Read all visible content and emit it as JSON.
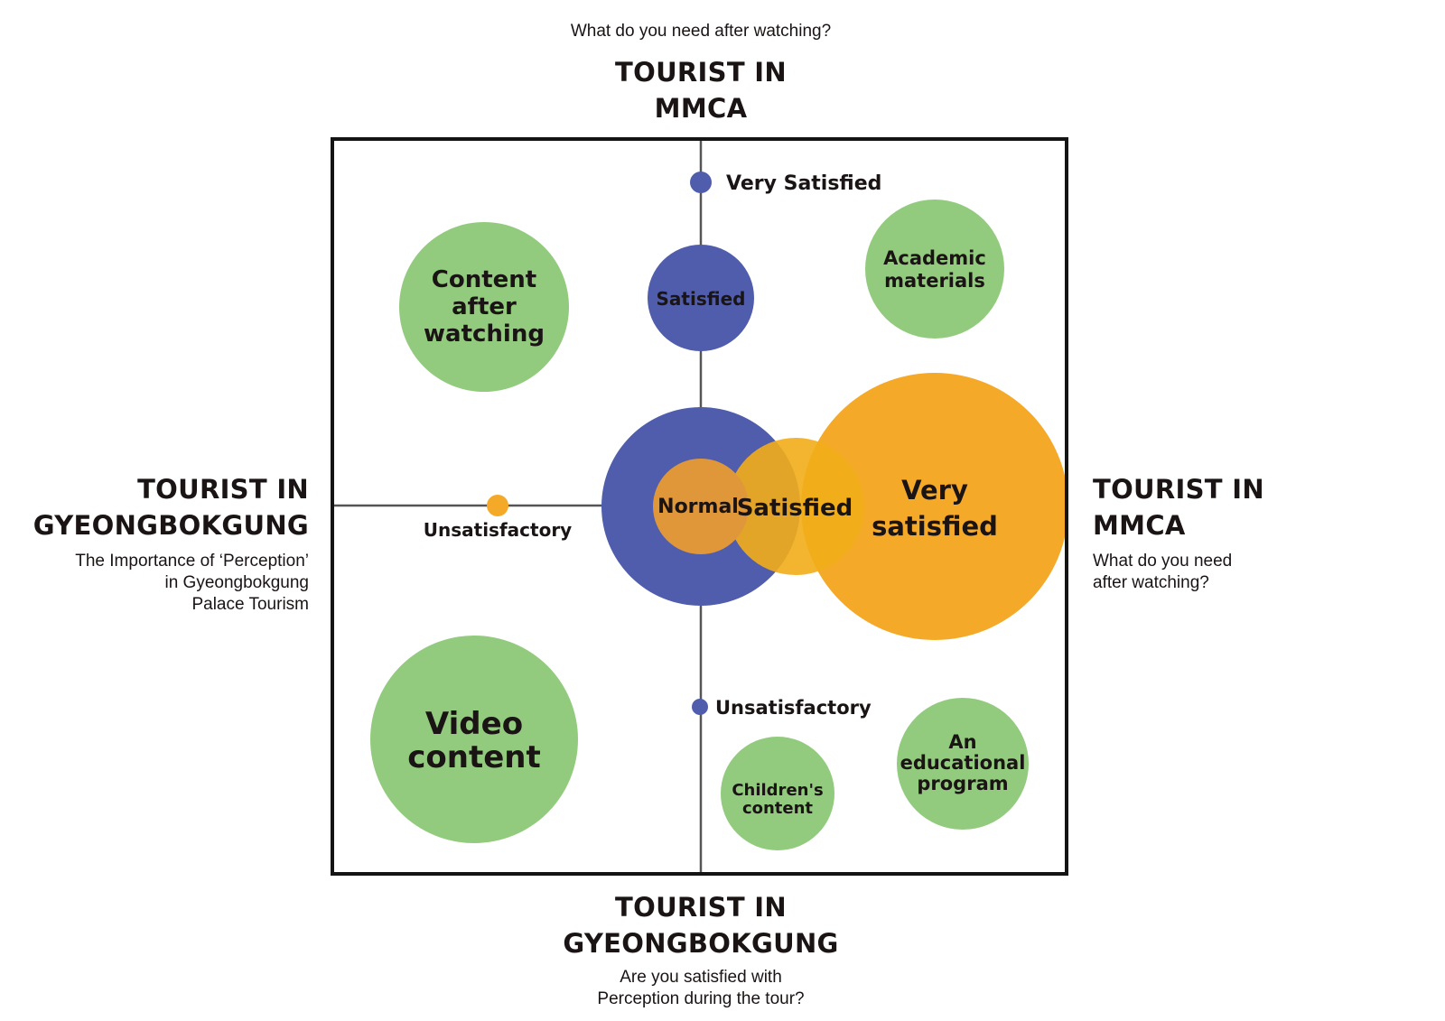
{
  "top": {
    "question": "What do you need after watching?",
    "title_line1": "TOURIST IN",
    "title_line2": "MMCA"
  },
  "left": {
    "title_line1": "TOURIST IN",
    "title_line2": "GYEONGBOKGUNG",
    "sub_line1": "The Importance of ‘Perception’",
    "sub_line2": "in Gyeongbokgung",
    "sub_line3": "Palace Tourism"
  },
  "right": {
    "title_line1": "TOURIST IN",
    "title_line2": "MMCA",
    "sub_line1": "What do you need",
    "sub_line2": "after watching?"
  },
  "bottom": {
    "title_line1": "TOURIST IN",
    "title_line2": "GYEONGBOKGUNG",
    "sub_line1": "Are you satisfied with",
    "sub_line2": "Perception during the tour?"
  },
  "colors": {
    "green": "#93cb7e",
    "blue": "#4f5dac",
    "orange": "#f5a929",
    "orange_inner": "#e0973a",
    "orange_overlap": "#f7b31c",
    "axis": "#555555",
    "frame": "#141414"
  },
  "bubbles": {
    "very_satisfied_dot": "Very Satisfied",
    "satisfied_blue": "Satisfied",
    "normal": "Normal",
    "satisfied_orange": "Satisfied",
    "very_satisfied_line1": "Very",
    "very_satisfied_line2": "satisfied",
    "unsatisfactory_orange": "Unsatisfactory",
    "unsatisfactory_blue": "Unsatisfactory",
    "content_line1": "Content",
    "content_line2": "after",
    "content_line3": "watching",
    "academic_line1": "Academic",
    "academic_line2": "materials",
    "video_line1": "Video",
    "video_line2": "content",
    "children_line1": "Children's",
    "children_line2": "content",
    "edu_line1": "An",
    "edu_line2": "educational",
    "edu_line3": "program"
  }
}
